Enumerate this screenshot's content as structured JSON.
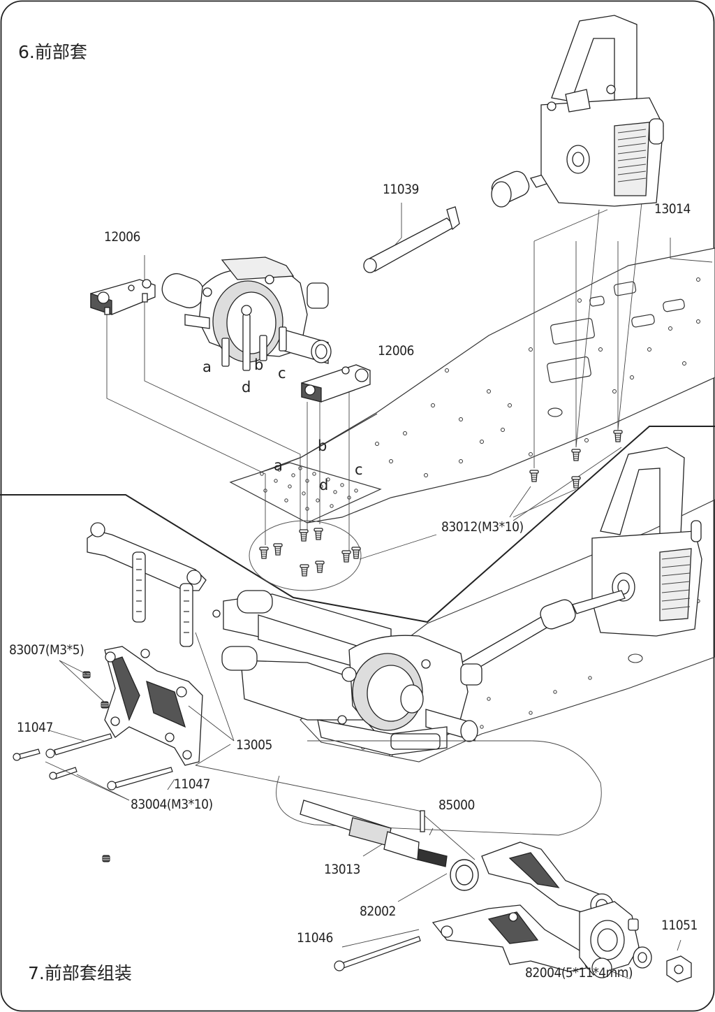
{
  "sections": {
    "step6_title": "6.前部套",
    "step7_title": "7.前部套组装"
  },
  "part_labels": {
    "p11039": "11039",
    "p13014": "13014",
    "p12006_a": "12006",
    "p12006_b": "12006",
    "p83012": "83012(M3*10)",
    "p83007": "83007(M3*5)",
    "p11047_a": "11047",
    "p11047_b": "11047",
    "p13005": "13005",
    "p83004": "83004(M3*10)",
    "p85000": "85000",
    "p13013": "13013",
    "p82002": "82002",
    "p11046": "11046",
    "p11051": "11051",
    "p82004": "82004(5*11*4mm)"
  },
  "hole_letters": {
    "a1": "a",
    "b1": "b",
    "c1": "c",
    "d1": "d",
    "a2": "a",
    "b2": "b",
    "c2": "c",
    "d2": "d"
  }
}
